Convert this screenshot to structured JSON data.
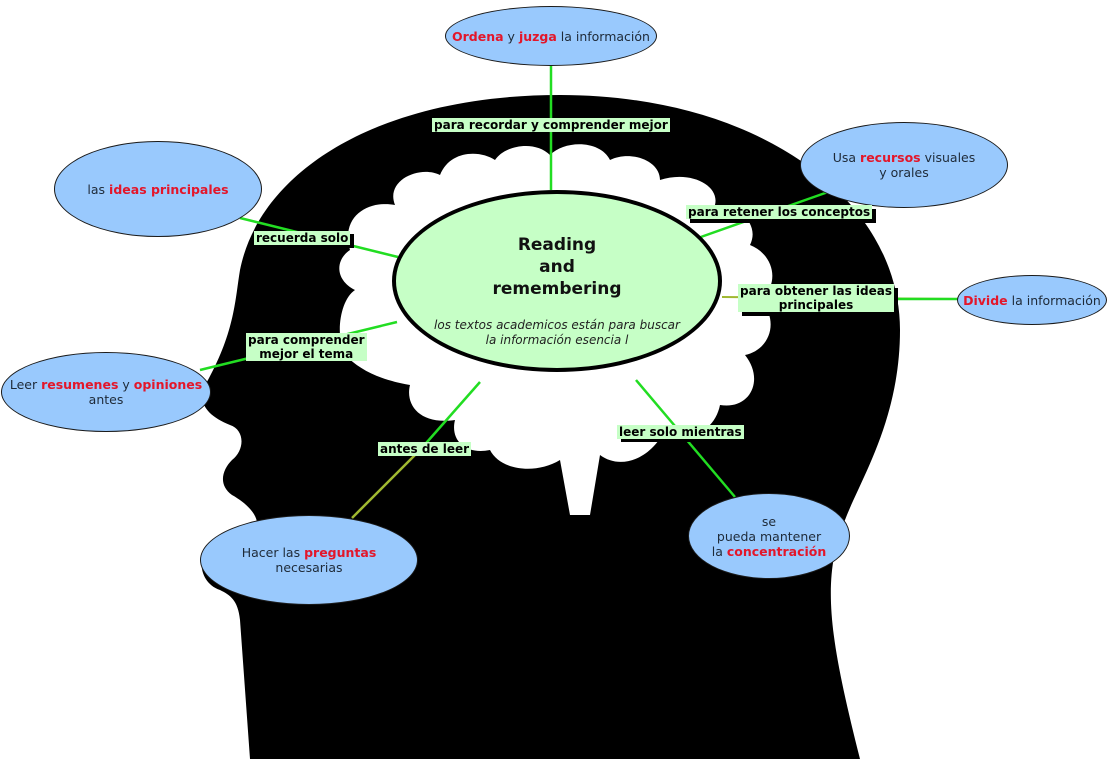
{
  "diagram": {
    "type": "concept-map",
    "colors": {
      "head_silhouette": "#000000",
      "brain": "#ffffff",
      "center_fill": "#c6ffc6",
      "node_fill": "#99c9fd",
      "highlight_text": "#e3162a",
      "connector": "#22dd22",
      "connector_alt": "#a0b830",
      "label_fill": "#c6ffc6"
    },
    "center": {
      "title": "Reading\nand\nremembering",
      "subtitle": "los textos academicos están para buscar\nla información esencia l"
    },
    "branches": [
      {
        "label": "para recordar y comprender mejor",
        "node": [
          {
            "t": "Ordena",
            "hl": true
          },
          {
            "t": " y "
          },
          {
            "t": "juzga",
            "hl": true
          },
          {
            "t": " la información"
          }
        ]
      },
      {
        "label": "para retener los conceptos",
        "node": [
          {
            "t": "Usa "
          },
          {
            "t": "recursos",
            "hl": true
          },
          {
            "t": " visuales\ny orales"
          }
        ]
      },
      {
        "label": "para obtener las ideas\nprincipales",
        "node": [
          {
            "t": "Divide",
            "hl": true
          },
          {
            "t": " la información"
          }
        ]
      },
      {
        "label": "leer solo mientras",
        "node": [
          {
            "t": "se\npueda mantener\nla "
          },
          {
            "t": "concentración",
            "hl": true
          }
        ]
      },
      {
        "label": "antes de leer",
        "node": [
          {
            "t": "Hacer las "
          },
          {
            "t": "preguntas",
            "hl": true
          },
          {
            "t": "\nnecesarias"
          }
        ]
      },
      {
        "label": "para comprender\nmejor el tema",
        "node": [
          {
            "t": "Leer "
          },
          {
            "t": "resumenes",
            "hl": true
          },
          {
            "t": " y "
          },
          {
            "t": "opiniones",
            "hl": true
          },
          {
            "t": "\nantes"
          }
        ]
      },
      {
        "label": "recuerda solo",
        "node": [
          {
            "t": "las "
          },
          {
            "t": "ideas principales",
            "hl": true
          }
        ]
      }
    ]
  }
}
